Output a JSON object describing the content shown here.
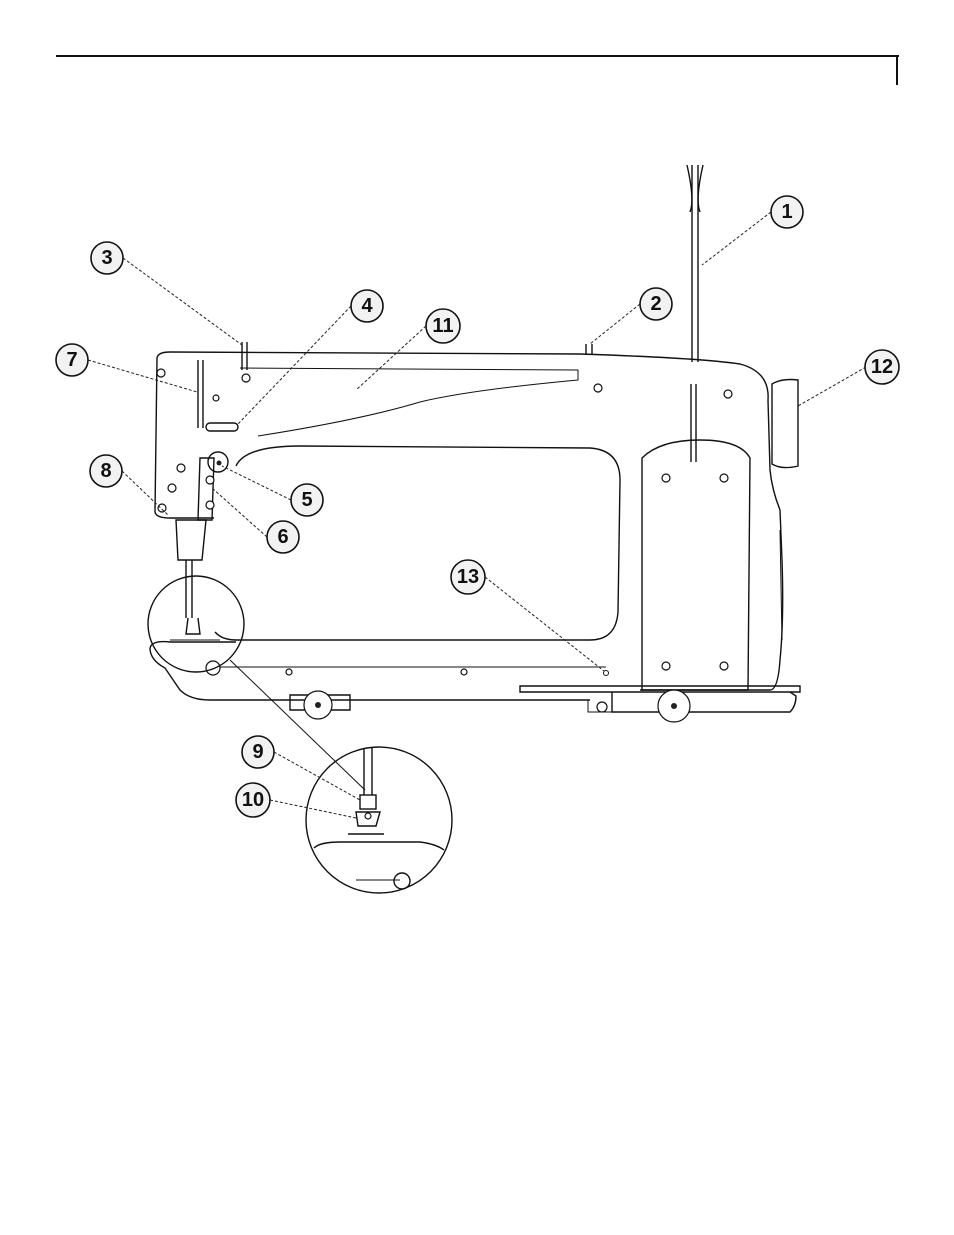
{
  "callouts": [
    {
      "id": "callout-1",
      "label": "1"
    },
    {
      "id": "callout-2",
      "label": "2"
    },
    {
      "id": "callout-3",
      "label": "3"
    },
    {
      "id": "callout-4",
      "label": "4"
    },
    {
      "id": "callout-5",
      "label": "5"
    },
    {
      "id": "callout-6",
      "label": "6"
    },
    {
      "id": "callout-7",
      "label": "7"
    },
    {
      "id": "callout-8",
      "label": "8"
    },
    {
      "id": "callout-9",
      "label": "9"
    },
    {
      "id": "callout-10",
      "label": "10"
    },
    {
      "id": "callout-11",
      "label": "11"
    },
    {
      "id": "callout-12",
      "label": "12"
    },
    {
      "id": "callout-13",
      "label": "13"
    }
  ]
}
